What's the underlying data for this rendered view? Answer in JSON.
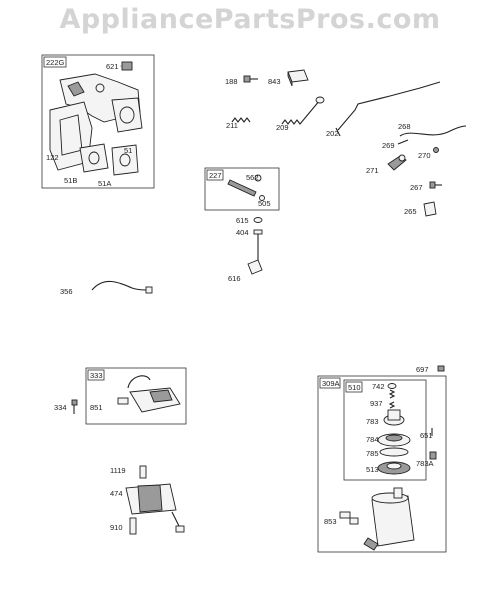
{
  "watermark": "AppliancePartsPros.com",
  "groups": {
    "g222G": "222G",
    "g227": "227",
    "g333": "333",
    "g309A": "309A",
    "g510": "510"
  },
  "labels": {
    "p621": "621",
    "p122": "122",
    "p51B": "51B",
    "p51A": "51A",
    "p51": "51",
    "p188": "188",
    "p843": "843",
    "p211": "211",
    "p209": "209",
    "p202": "202",
    "p268": "268",
    "p269": "269",
    "p270": "270",
    "p271": "271",
    "p267": "267",
    "p265": "265",
    "p562": "562",
    "p505": "505",
    "p615": "615",
    "p404": "404",
    "p616": "616",
    "p356": "356",
    "p334": "334",
    "p851": "851",
    "p1119": "1119",
    "p474": "474",
    "p910": "910",
    "p697": "697",
    "p742": "742",
    "p937": "937",
    "p783": "783",
    "p784": "784",
    "p651": "651",
    "p785": "785",
    "p513": "513",
    "p783A": "783A",
    "p853": "853"
  }
}
